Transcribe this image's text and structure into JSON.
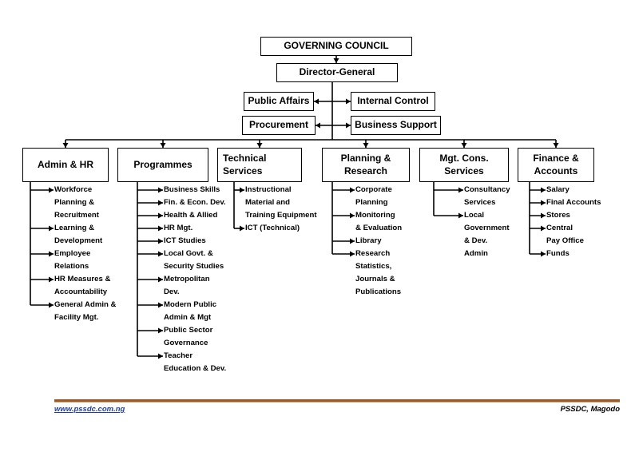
{
  "top": {
    "council": "GOVERNING COUNCIL",
    "director": "Director-General"
  },
  "staff": {
    "public_affairs": "Public Affairs",
    "internal_control": "Internal Control",
    "procurement": "Procurement",
    "business_support": "Business Support"
  },
  "departments": {
    "admin_hr": {
      "title": "Admin & HR",
      "items": [
        [
          "Workforce",
          "Planning &",
          "Recruitment"
        ],
        [
          "Learning &",
          "Development"
        ],
        [
          "Employee",
          "Relations"
        ],
        [
          "HR Measures &",
          "Accountability"
        ],
        [
          "General Admin &",
          "Facility Mgt."
        ]
      ]
    },
    "programmes": {
      "title": "Programmes",
      "items": [
        [
          "Business Skills"
        ],
        [
          "Fin. & Econ. Dev."
        ],
        [
          "Health & Allied"
        ],
        [
          "HR Mgt."
        ],
        [
          "ICT Studies"
        ],
        [
          "Local Govt. &",
          "Security Studies"
        ],
        [
          "Metropolitan",
          "Dev."
        ],
        [
          "Modern Public",
          "Admin & Mgt"
        ],
        [
          "Public Sector",
          "Governance"
        ],
        [
          "Teacher",
          " Education & Dev."
        ]
      ]
    },
    "technical": {
      "title_line1": "Technical",
      "title_line2": "Services",
      "items": [
        [
          "Instructional",
          "Material and",
          "Training Equipment"
        ],
        [
          "ICT (Technical)"
        ]
      ]
    },
    "planning": {
      "title_line1": "Planning &",
      "title_line2": "Research",
      "items": [
        [
          "Corporate",
          "Planning"
        ],
        [
          "Monitoring",
          "& Evaluation"
        ],
        [
          "Library"
        ],
        [
          "Research",
          "Statistics,",
          "Journals &",
          "Publications"
        ]
      ]
    },
    "mgt_cons": {
      "title_line1": "Mgt. Cons.",
      "title_line2": "Services",
      "items": [
        [
          "Consultancy",
          "Services"
        ],
        [
          "Local",
          "Government",
          "& Dev.",
          "Admin"
        ]
      ]
    },
    "finance": {
      "title_line1": "Finance &",
      "title_line2": "Accounts",
      "items": [
        [
          "Salary"
        ],
        [
          "Final Accounts"
        ],
        [
          "Stores"
        ],
        [
          "Central",
          "Pay Office"
        ],
        [
          "Funds"
        ]
      ]
    }
  },
  "footer": {
    "website": "www.pssdc.com.ng",
    "org": "PSSDC, Magodo"
  }
}
